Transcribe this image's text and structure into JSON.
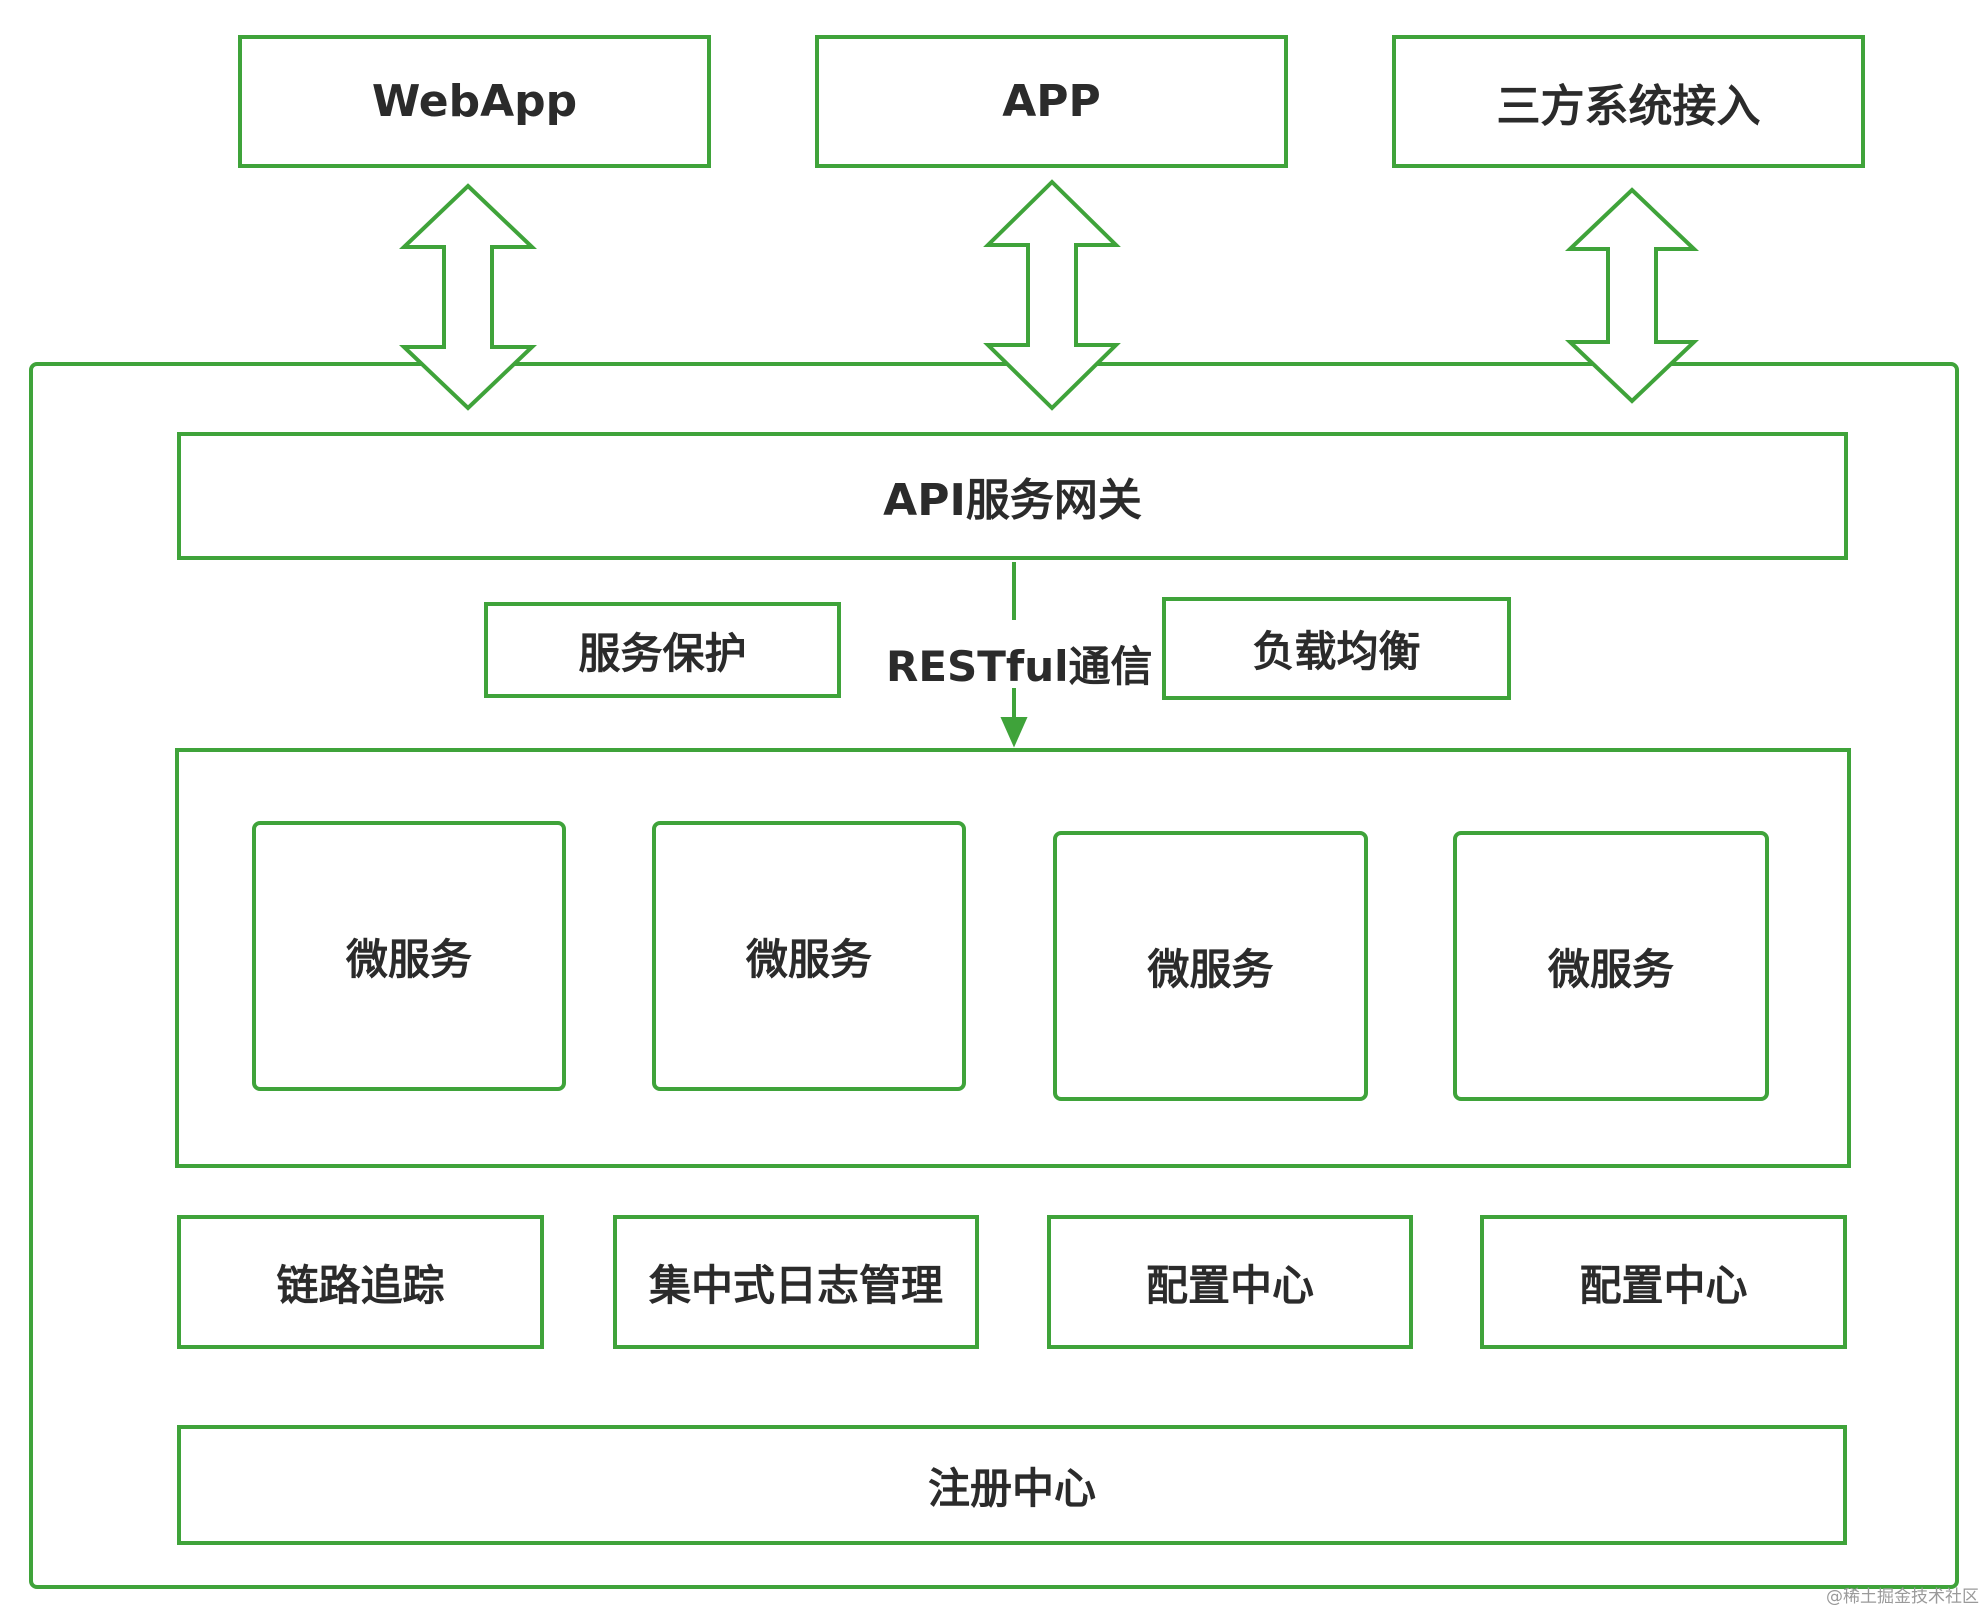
{
  "clients": {
    "webapp": "WebApp",
    "app": "APP",
    "third_party": "三方系统接入"
  },
  "gateway": "API服务网关",
  "service_protection": "服务保护",
  "restful": "RESTful通信",
  "load_balancing": "负载均衡",
  "microservices": [
    "微服务",
    "微服务",
    "微服务",
    "微服务"
  ],
  "infra": [
    "链路追踪",
    "集中式日志管理",
    "配置中心",
    "配置中心"
  ],
  "registry": "注册中心",
  "watermark": "@稀土掘金技术社区",
  "colors": {
    "stroke": "#3fa33a",
    "text": "#2b2b2b"
  }
}
